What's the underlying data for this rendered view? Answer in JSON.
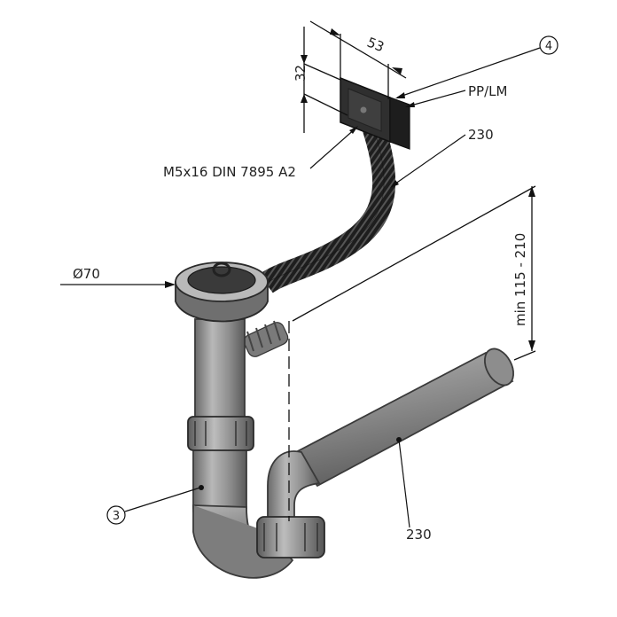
{
  "labels": {
    "dim_width": "53",
    "dim_height": "32",
    "callout_overflow": "4",
    "material": "PP/LM",
    "hose_length": "230",
    "screw": "M5x16 DIN 7895 A2",
    "diameter": "Ø70",
    "height_range": "min 115 - 210",
    "callout_trap": "3",
    "outlet_length": "230"
  },
  "colors": {
    "pipe": "#8d8d8d",
    "pipe_light": "#b3b3b3",
    "pipe_dark": "#5e5e5e",
    "hose": "#2b2b2b",
    "plate": "#2f2f2f",
    "line": "#111111"
  }
}
